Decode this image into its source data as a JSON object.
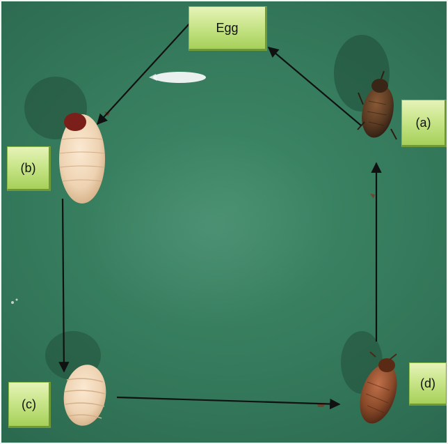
{
  "labels": {
    "egg": "Egg",
    "a": "(a)",
    "b": "(b)",
    "c": "(c)",
    "d": "(d)"
  },
  "colors": {
    "background_green": "#357a5c",
    "label_fill": "#c9e58a",
    "arrow": "#111111",
    "adult_beetle": "#5a3a22",
    "pupa_beetle": "#8a4a2a",
    "larva": "#f1dcc0",
    "egg": "#f4f7f6"
  }
}
